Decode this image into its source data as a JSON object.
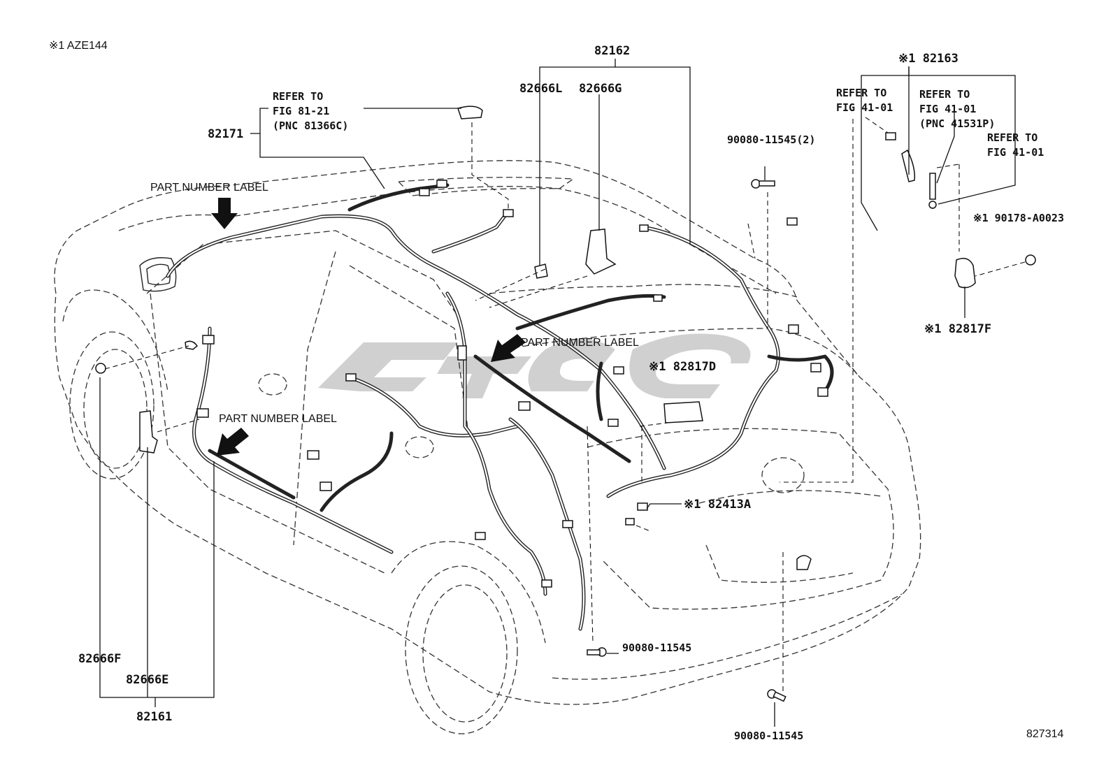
{
  "title_note": "※1 AZE144",
  "figure_number": "827314",
  "labels": {
    "p82162": "82162",
    "p82666L": "82666L",
    "p82666G": "82666G",
    "p82163": "※1 82163",
    "p82171": "82171",
    "refer_a_1": "REFER TO",
    "refer_a_2": "FIG 81-21",
    "refer_a_3": "(PNC 81366C)",
    "refer_b_1": "REFER TO",
    "refer_b_2": "FIG 41-01",
    "refer_c_1": "REFER TO",
    "refer_c_2": "FIG 41-01",
    "refer_c_3": "(PNC 41531P)",
    "refer_d_1": "REFER TO",
    "refer_d_2": "FIG 41-01",
    "bolt_top": "90080-11545(2)",
    "p90178": "※1 90178-A0023",
    "p82817F": "※1 82817F",
    "p82817D": "※1 82817D",
    "p82413A": "※1 82413A",
    "bolt_mid": "90080-11545",
    "bolt_bottom": "90080-11545",
    "p82666F": "82666F",
    "p82666E": "82666E",
    "p82161": "82161",
    "pn_label_1": "PART NUMBER LABEL",
    "pn_label_2": "PART NUMBER LABEL",
    "pn_label_3": "PART NUMBER LABEL"
  },
  "icons": [
    "arrow-down-icon",
    "arrow-down-left-icon",
    "bolt-icon",
    "clip-icon",
    "connector-icon"
  ]
}
